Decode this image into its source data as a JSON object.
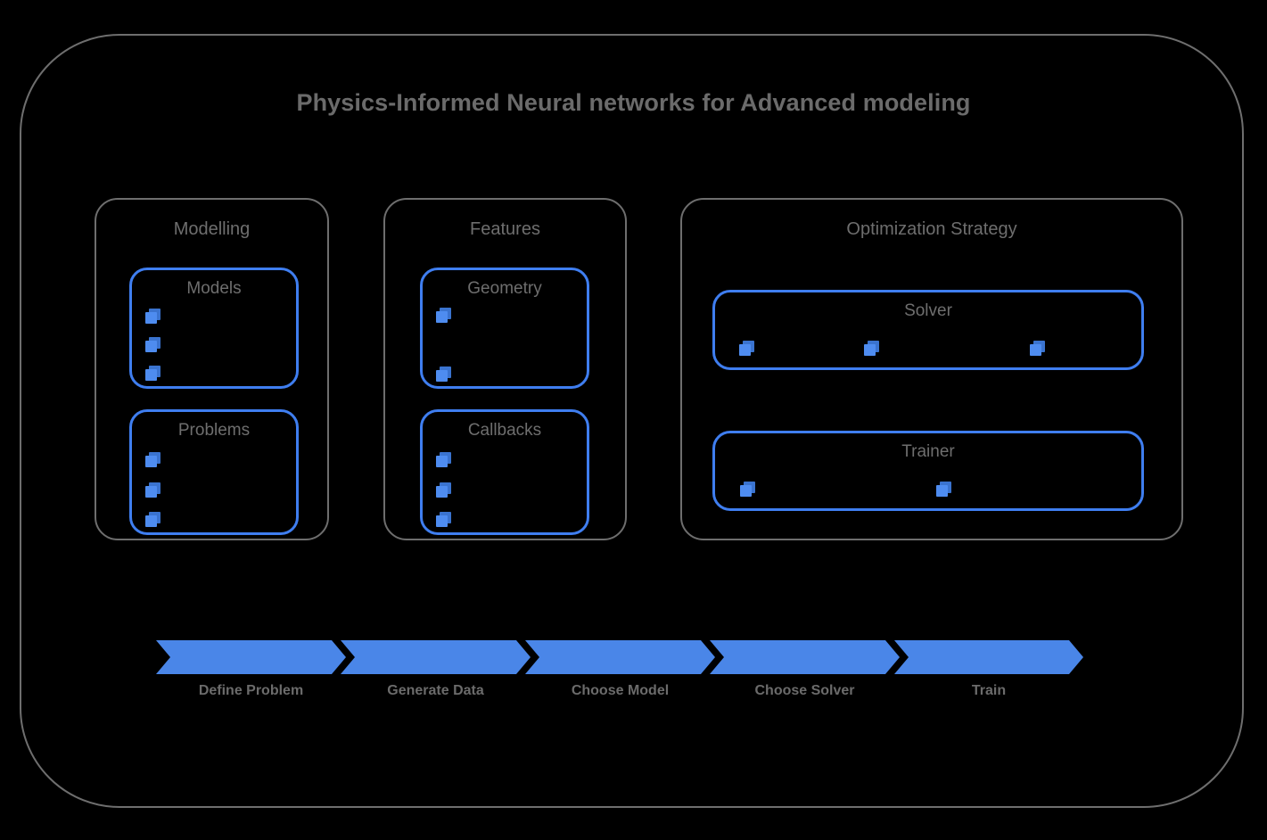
{
  "diagram": {
    "title": "Physics-Informed Neural networks for Advanced modeling",
    "colors": {
      "background": "#000000",
      "frame_border": "#6e6e6e",
      "text_gray": "#6b6b6b",
      "card_border": "#3f7ef0",
      "marker_front": "#4e8cf0",
      "marker_back": "#3a73cf",
      "chevron_fill": "#4a86e8"
    },
    "groups": [
      {
        "label": "Modelling",
        "cards": [
          {
            "label": "Models",
            "marker_count": 3
          },
          {
            "label": "Problems",
            "marker_count": 3
          }
        ]
      },
      {
        "label": "Features",
        "cards": [
          {
            "label": "Geometry",
            "marker_count": 2
          },
          {
            "label": "Callbacks",
            "marker_count": 3
          }
        ]
      },
      {
        "label": "Optimization Strategy",
        "cards": [
          {
            "label": "Solver",
            "marker_count": 3
          },
          {
            "label": "Trainer",
            "marker_count": 2
          }
        ]
      }
    ],
    "process_steps": [
      {
        "label": "Define Problem"
      },
      {
        "label": "Generate Data"
      },
      {
        "label": "Choose Model"
      },
      {
        "label": "Choose Solver"
      },
      {
        "label": "Train"
      }
    ]
  }
}
